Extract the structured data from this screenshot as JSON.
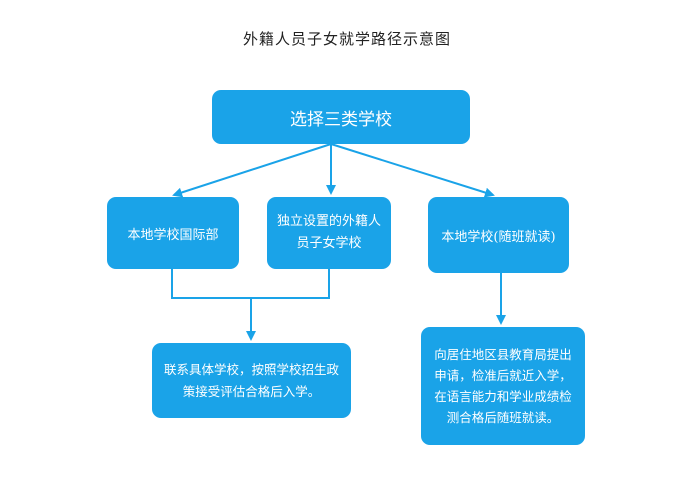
{
  "title": "外籍人员子女就学路径示意图",
  "nodes": {
    "top": "选择三类学校",
    "intl_dept": "本地学校国际部",
    "foreign_school": "独立设置的外籍人员子女学校",
    "local_school": "本地学校(随班就读)",
    "contact": "联系具体学校，按照学校招生政策接受评估合格后入学。",
    "apply": "向居住地区县教育局提出申请，检准后就近入学，在语言能力和学业成绩检测合格后随班就读。"
  },
  "colors": {
    "box": "#1aa3e8",
    "connector": "#1aa3e8"
  }
}
